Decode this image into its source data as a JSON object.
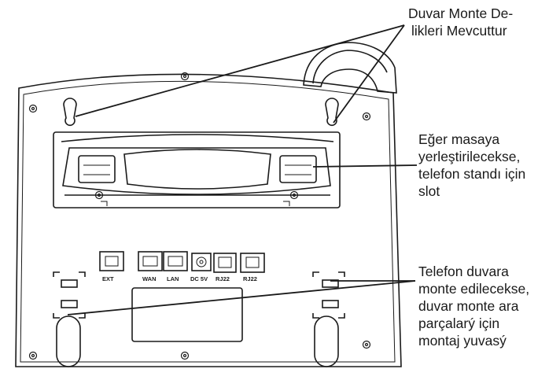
{
  "callouts": {
    "wall_holes": [
      "Duvar Monte De-",
      "likleri Mevcuttur"
    ],
    "desk_slot": [
      "Eğer masaya",
      "yerleştirilecekse,",
      "telefon standı için",
      "slot"
    ],
    "wall_bracket": [
      "Telefon duvara",
      "monte edilecekse,",
      "duvar monte ara",
      "parçalarý için",
      "montaj yuvasý"
    ]
  },
  "ports": {
    "ext": "EXT",
    "wan": "WAN",
    "lan": "LAN",
    "dc": "DC 5V",
    "rj22_1": "RJ22",
    "rj22_2": "RJ22"
  },
  "colors": {
    "stroke": "#1a1a1a",
    "background": "#ffffff"
  }
}
